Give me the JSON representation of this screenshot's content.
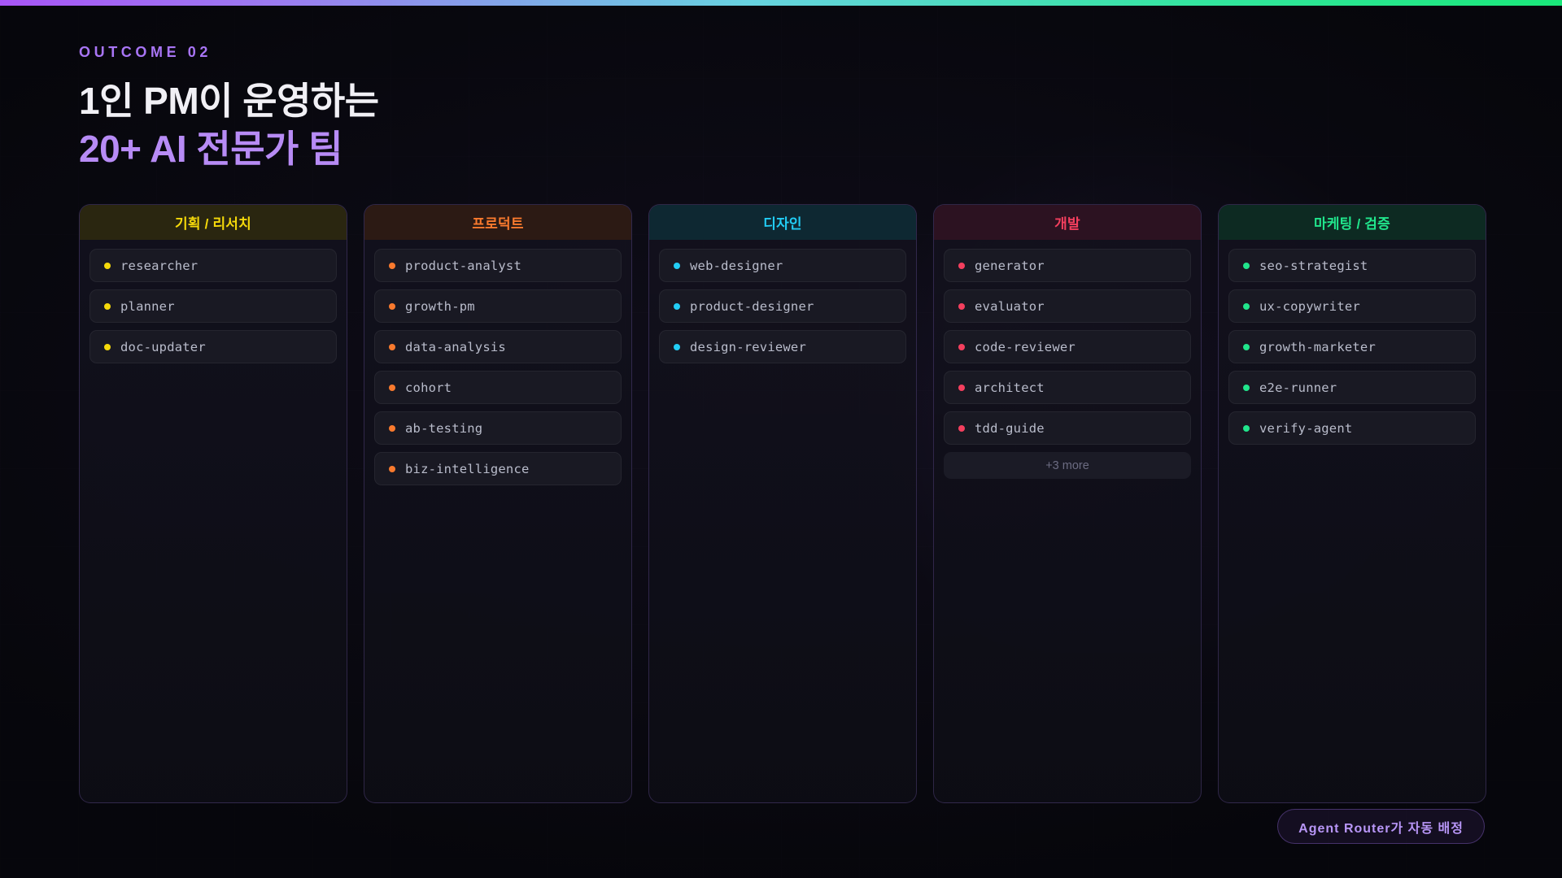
{
  "theme": {
    "bg": "#0a0a10",
    "accent_purple": "#a855f7",
    "title_highlight": "#b78bf5",
    "top_gradient": [
      "#a855f7",
      "#67d3e0",
      "#19e87a"
    ]
  },
  "header": {
    "kicker": "OUTCOME 02",
    "title_line1": "1인 PM이 운영하는",
    "title_line2": "20+ AI 전문가 팀"
  },
  "columns": [
    {
      "title": "기획 / 리서치",
      "accent": "#f5d90a",
      "header_bg": "#2a2610",
      "items": [
        {
          "label": "researcher"
        },
        {
          "label": "planner"
        },
        {
          "label": "doc-updater"
        }
      ],
      "more": null
    },
    {
      "title": "프로덕트",
      "accent": "#f97a2e",
      "header_bg": "#2c1a14",
      "items": [
        {
          "label": "product-analyst"
        },
        {
          "label": "growth-pm"
        },
        {
          "label": "data-analysis"
        },
        {
          "label": "cohort"
        },
        {
          "label": "ab-testing"
        },
        {
          "label": "biz-intelligence"
        }
      ],
      "more": null
    },
    {
      "title": "디자인",
      "accent": "#22cdf5",
      "header_bg": "#0e2832",
      "items": [
        {
          "label": "web-designer"
        },
        {
          "label": "product-designer"
        },
        {
          "label": "design-reviewer"
        }
      ],
      "more": null
    },
    {
      "title": "개발",
      "accent": "#f43f5e",
      "header_bg": "#2c1221",
      "items": [
        {
          "label": "generator"
        },
        {
          "label": "evaluator"
        },
        {
          "label": "code-reviewer"
        },
        {
          "label": "architect"
        },
        {
          "label": "tdd-guide"
        }
      ],
      "more": "+3 more"
    },
    {
      "title": "마케팅 / 검증",
      "accent": "#21e58c",
      "header_bg": "#0d2a22",
      "items": [
        {
          "label": "seo-strategist"
        },
        {
          "label": "ux-copywriter"
        },
        {
          "label": "growth-marketer"
        },
        {
          "label": "e2e-runner"
        },
        {
          "label": "verify-agent"
        }
      ],
      "more": null
    }
  ],
  "footer": {
    "badge": "Agent Router가 자동 배정"
  }
}
